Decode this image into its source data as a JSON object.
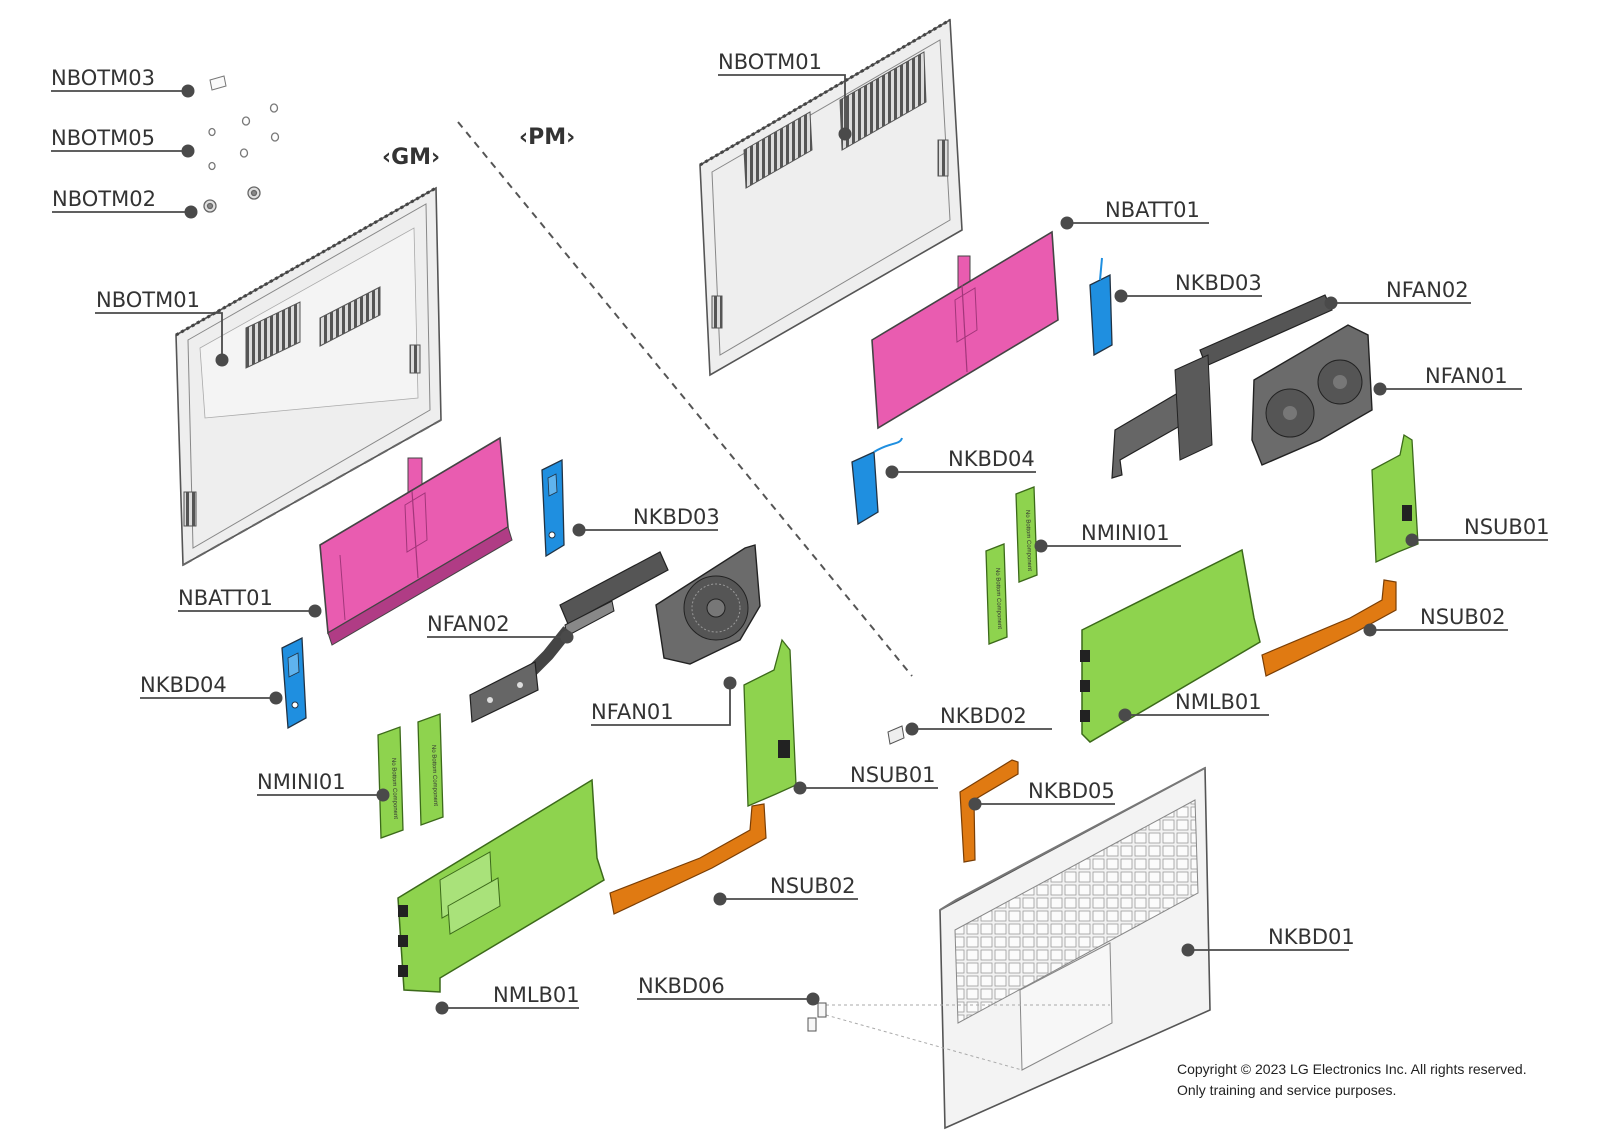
{
  "sections": {
    "gm": "‹GM›",
    "pm": "‹PM›"
  },
  "gm_labels": {
    "nbotm03": "NBOTM03",
    "nbotm05": "NBOTM05",
    "nbotm02": "NBOTM02",
    "nbotm01": "NBOTM01",
    "nbatt01": "NBATT01",
    "nkbd03": "NKBD03",
    "nfan02": "NFAN02",
    "nkbd04": "NKBD04",
    "nfan01": "NFAN01",
    "nmini01": "NMINI01",
    "nsub01": "NSUB01",
    "nsub02": "NSUB02",
    "nmlb01": "NMLB01"
  },
  "pm_labels": {
    "nbotm01": "NBOTM01",
    "nbatt01": "NBATT01",
    "nkbd03": "NKBD03",
    "nfan02": "NFAN02",
    "nfan01": "NFAN01",
    "nkbd04": "NKBD04",
    "nmini01": "NMINI01",
    "nsub01": "NSUB01",
    "nsub02": "NSUB02",
    "nmlb01": "NMLB01"
  },
  "shared_labels": {
    "nkbd02": "NKBD02",
    "nkbd05": "NKBD05",
    "nkbd01": "NKBD01",
    "nkbd06": "NKBD06"
  },
  "module_text": "No Bottom Component",
  "copyright": {
    "line1": "Copyright © 2023 LG Electronics Inc. All rights reserved.",
    "line2": "Only training and service purposes."
  },
  "colors": {
    "battery": "#e95cb0",
    "bracket": "#1f8fe0",
    "board": "#8ed34e",
    "flex_cable": "#e07a12",
    "fan": "#6b6b6b",
    "cover": "#eeeeee",
    "line": "#4a4a4a"
  }
}
